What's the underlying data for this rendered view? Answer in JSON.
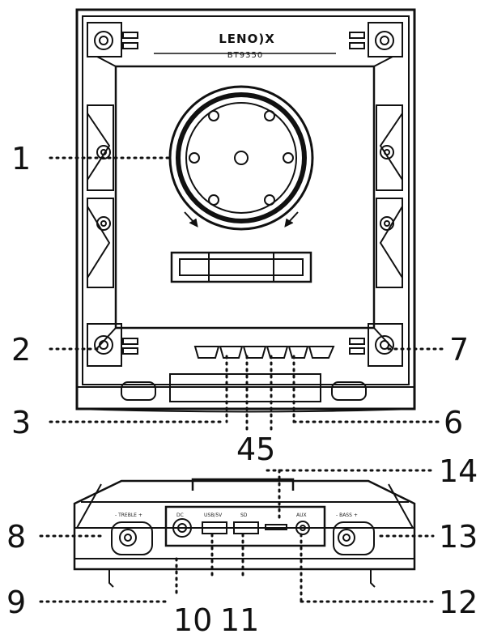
{
  "product": {
    "brand": "LENO)X",
    "model": "BT9350"
  },
  "callouts": [
    {
      "id": "c1",
      "text": "1"
    },
    {
      "id": "c2",
      "text": "2"
    },
    {
      "id": "c3",
      "text": "3"
    },
    {
      "id": "c45",
      "text": "45"
    },
    {
      "id": "c6",
      "text": "6"
    },
    {
      "id": "c7",
      "text": "7"
    },
    {
      "id": "c8",
      "text": "8"
    },
    {
      "id": "c9",
      "text": "9"
    },
    {
      "id": "c10",
      "text": "10"
    },
    {
      "id": "c11",
      "text": "11"
    },
    {
      "id": "c12",
      "text": "12"
    },
    {
      "id": "c13",
      "text": "13"
    },
    {
      "id": "c14",
      "text": "14"
    }
  ],
  "panel_labels": {
    "treble": "- TREBLE +",
    "bass": "- BASS +",
    "dc": "DC",
    "usb": "USB/5V",
    "sd": "SD",
    "aux": "AUX"
  },
  "colors": {
    "line": "#111111",
    "background": "#ffffff"
  }
}
